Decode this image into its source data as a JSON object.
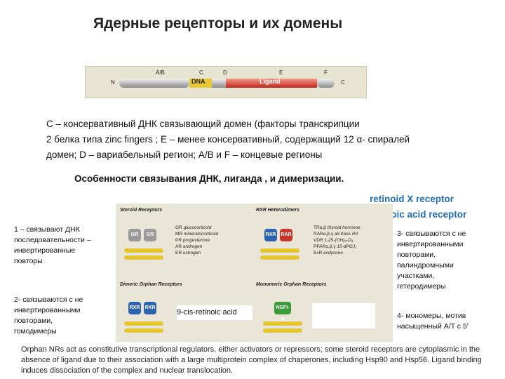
{
  "title": "Ядерные рецепторы и их домены",
  "domain_bar": {
    "labels_top": [
      "A/B",
      "C",
      "D",
      "E",
      "F"
    ],
    "left_end": "N",
    "right_end": "C",
    "dna_label": "DNA",
    "ligand_label": "Ligand"
  },
  "description": [
    "С – консервативный ДНК связывающий домен (факторы транскрипции",
    "2 белка типа zinc fingers ; E – менее консервативный, содержащий 12 α- спиралей",
    "домен; D – вариабельный регион;  A/B и  F – концевые регионы"
  ],
  "subtitle": "Особенности связывания ДНК, лиганда , и димеризации.",
  "rxr_label": "retinoid X receptor",
  "rar_label": "retinoic acid receptor",
  "diagram": {
    "steroid_title": "Steroid Receptors",
    "rxr_title": "RXR Heterodimers",
    "dimeric_title": "Dimeric Orphan Receptors",
    "monomeric_title": "Monomeric Orphan Receptors",
    "steroid_list": [
      [
        "GR",
        "glucocorticoid"
      ],
      [
        "MR",
        "mineralocorticoid"
      ],
      [
        "PR",
        "progesterone"
      ],
      [
        "AR",
        "androgen"
      ],
      [
        "ER",
        "estrogen"
      ]
    ],
    "rxr_list": [
      [
        "TRα,β",
        "thyroid hormone"
      ],
      [
        "RARα,β,γ",
        "all-trans RA"
      ],
      [
        "VDR",
        "1,25-(OH)₂-D₃"
      ],
      [
        "PPARα,β,γ",
        "15-dPGJ₂"
      ],
      [
        "EcR",
        "ecdysone"
      ]
    ],
    "gr_label": "GR",
    "rxr_short": "RXR",
    "rar_short": "RAR",
    "nsf_label": "NGFI-B"
  },
  "left_notes": {
    "n1": [
      "1 – связывают ДНК",
      "последовательности –",
      "инвертированные",
      "повторы"
    ],
    "n2": [
      "2- связываются с не",
      "инвертированными",
      "повторами,",
      "гомодимеры"
    ]
  },
  "right_notes": {
    "n3": [
      "3- связываются с не",
      "инвертированными",
      "повторами,",
      "палиндромными",
      "участками,",
      "гетеродимеры"
    ],
    "n4": [
      "4- мономеры, мотив",
      "насыщенный A/T с 5'"
    ]
  },
  "cis_label": "9-cis-retinoic acid",
  "footer": "Orphan NRs act as constitutive transcriptional regulators, either activators or repressors; some steroid receptors are cytoplasmic in the absence of ligand due to their association with a large multiprotein complex of chaperones, including Hsp90 and Hsp56. Ligand binding induces dissociation of the complex and nuclear translocation."
}
